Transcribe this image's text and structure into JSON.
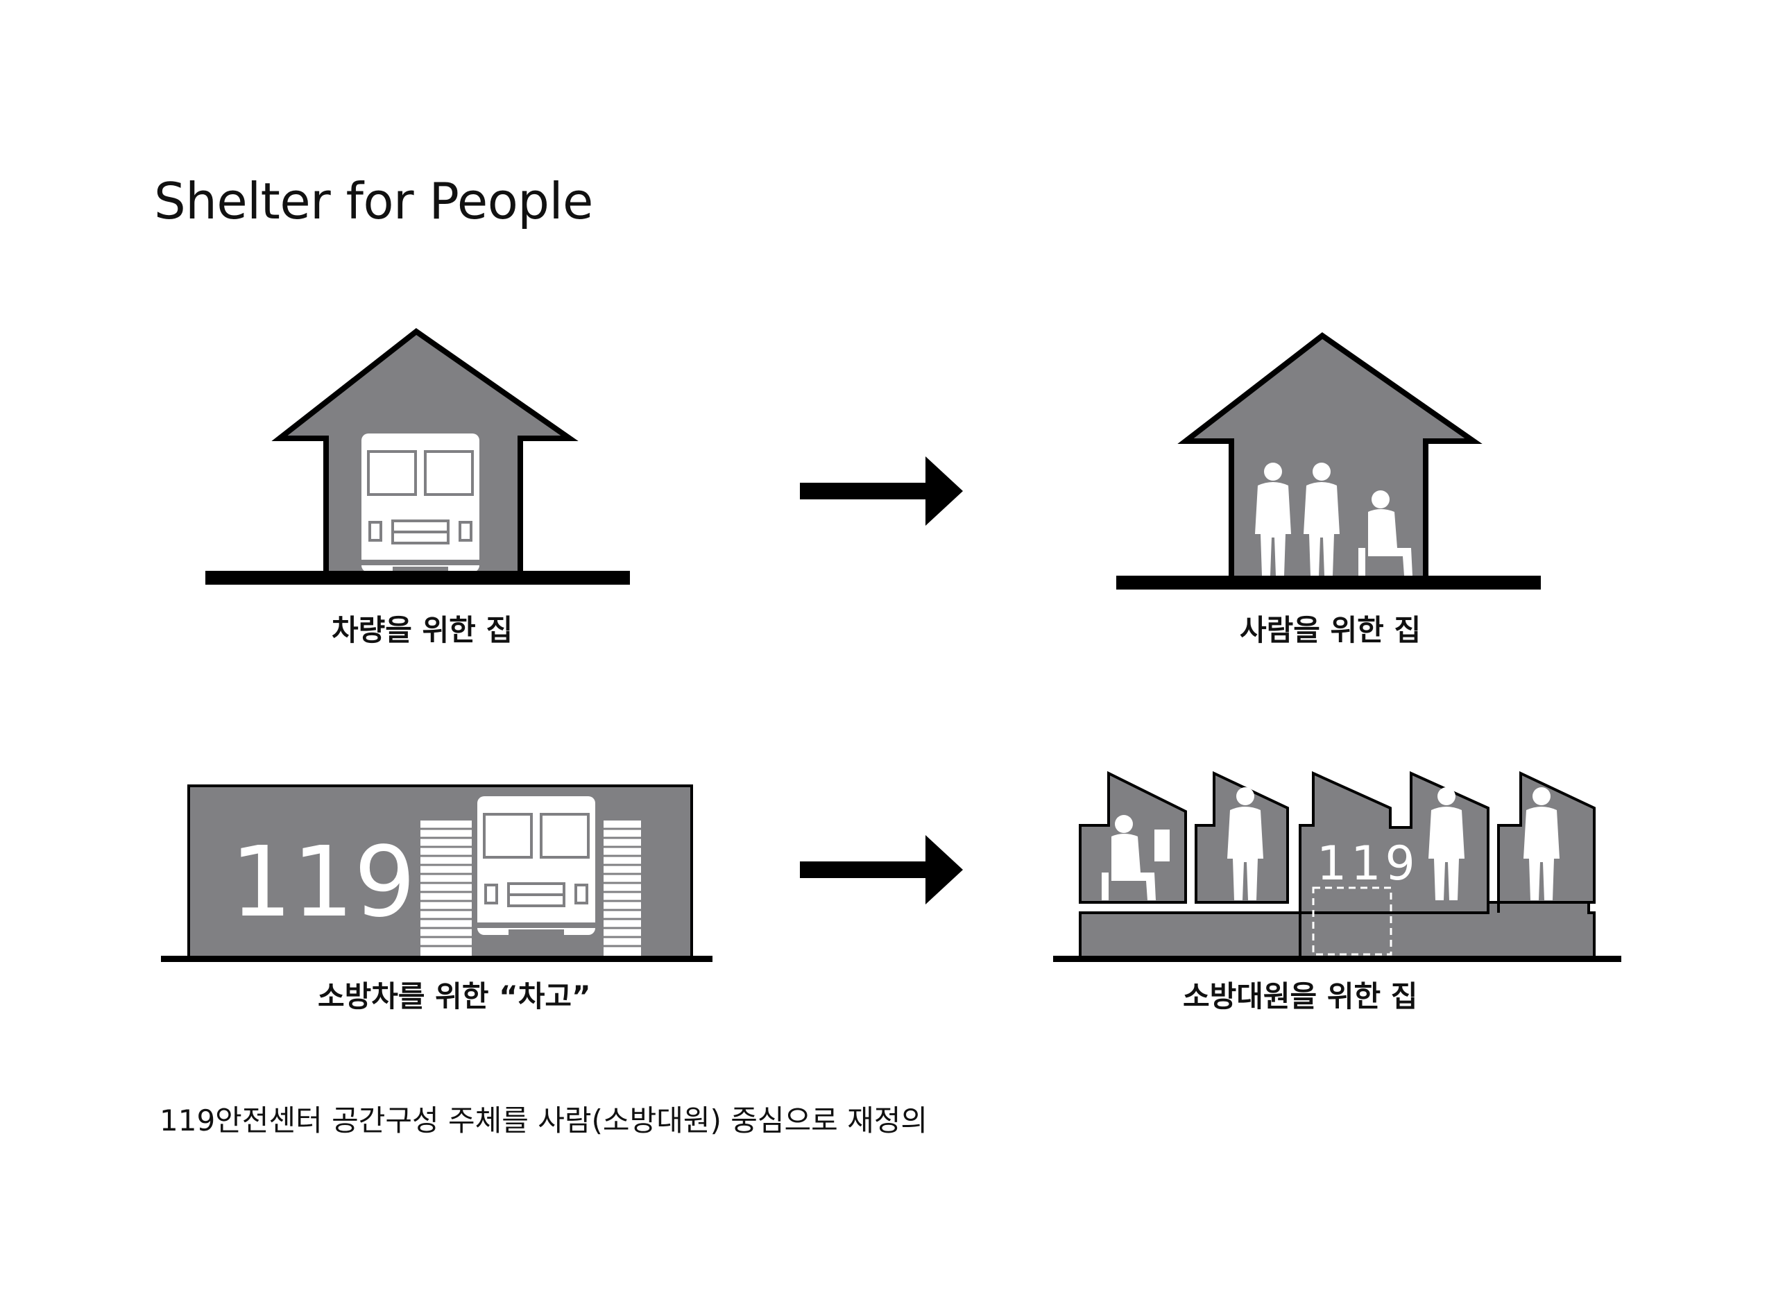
{
  "title": "Shelter for People",
  "captions": {
    "vehicle_house": "차량을 위한 집",
    "people_house": "사람을 위한 집",
    "garage": "소방차를 위한   “차고”",
    "firefighter_house": "소방대원을 위한 집"
  },
  "labels": {
    "garage_number": "119",
    "roof_number": "119"
  },
  "footnote": "119안전센터 공간구성 주체를 사람(소방대원) 중심으로 재정의",
  "colors": {
    "fill_gray": "#808083",
    "outline": "#000000",
    "figure": "#ffffff"
  }
}
